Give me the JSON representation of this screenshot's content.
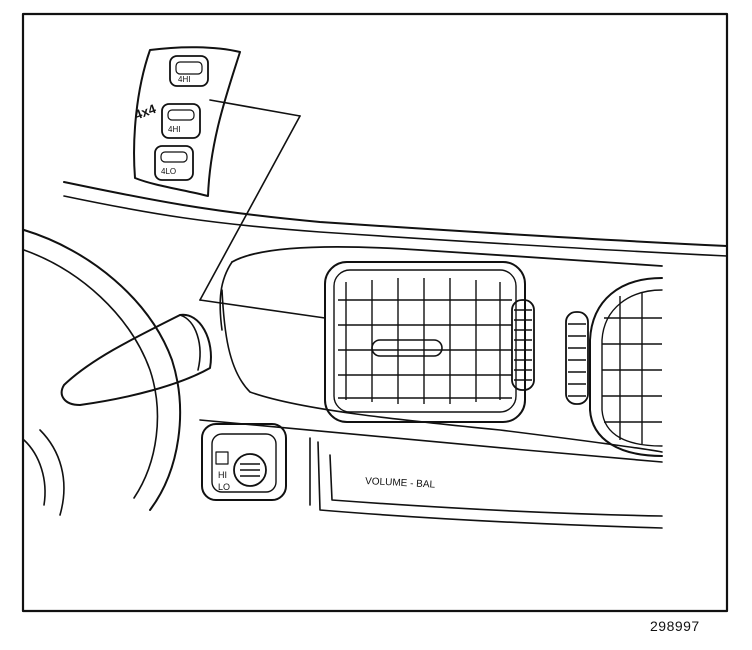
{
  "figure_number": "298997",
  "switch_panel": {
    "logo": "4x4",
    "buttons": [
      {
        "name": "4-wheel-high-upper",
        "label": "4HI"
      },
      {
        "name": "4-wheel-high",
        "label": "4HI"
      },
      {
        "name": "4-wheel-low",
        "label": "4LO"
      }
    ]
  },
  "lower_switch": {
    "labels": [
      "HI",
      "LO"
    ]
  },
  "radio_label": "VOLUME - BAL",
  "colors": {
    "ink": "#111111",
    "background": "#ffffff"
  }
}
